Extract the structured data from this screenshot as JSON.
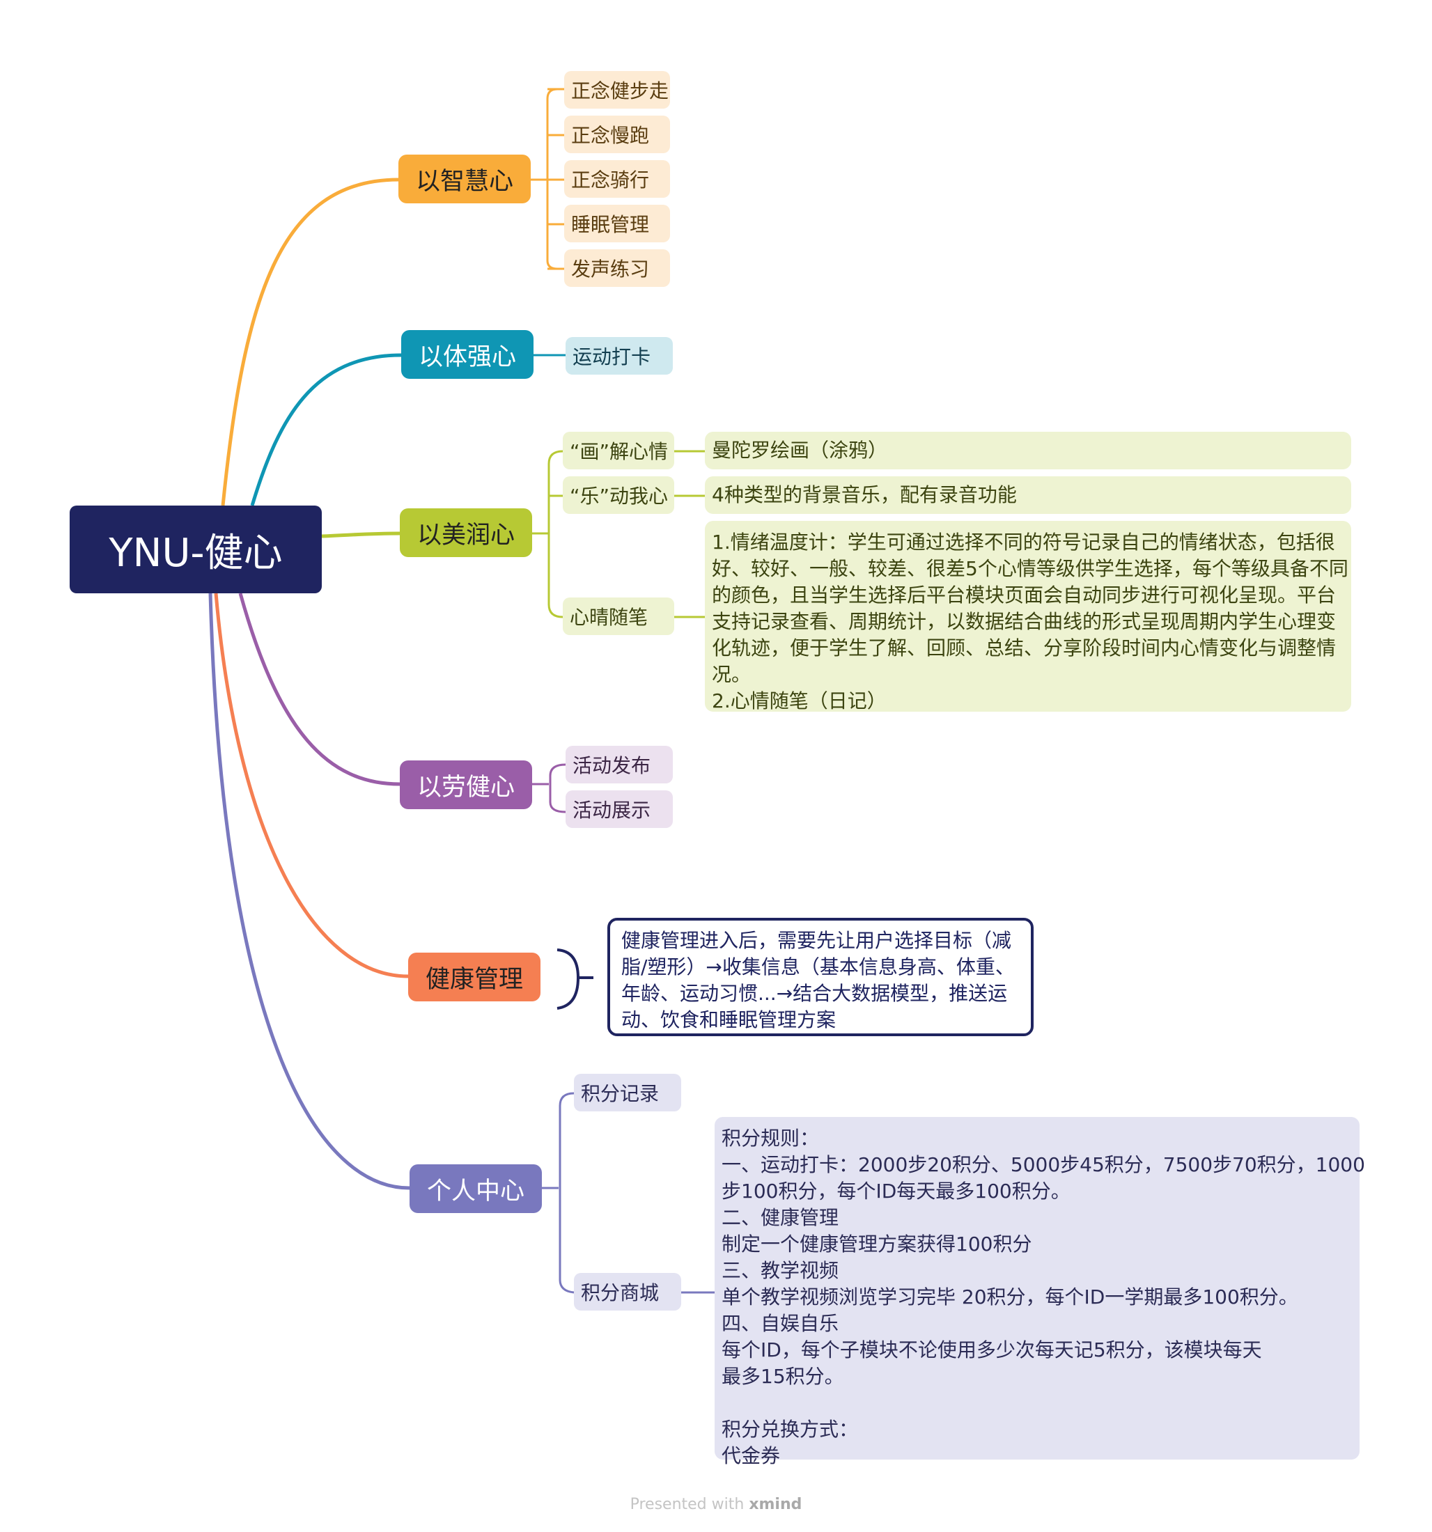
{
  "root": {
    "label": "YNU-健心"
  },
  "branches": {
    "wisdom": {
      "label": "以智慧心",
      "color": "#f9ac3a",
      "items": [
        "正念健步走",
        "正念慢跑",
        "正念骑行",
        "睡眠管理",
        "发声练习"
      ]
    },
    "body": {
      "label": "以体强心",
      "color": "#0f96b4",
      "items": [
        "运动打卡"
      ]
    },
    "beauty": {
      "label": "以美润心",
      "color": "#b7c934",
      "items": [
        {
          "label": "“画”解心情",
          "detail": "曼陀罗绘画（涂鸦）"
        },
        {
          "label": "“乐”动我心",
          "detail": "4种类型的背景音乐，配有录音功能"
        },
        {
          "label": "心晴随笔",
          "detail_lines": [
            "1.情绪温度计：学生可通过选择不同的符号记录自己的情绪状态，包括很",
            "好、较好、一般、较差、很差5个心情等级供学生选择，每个等级具备不同",
            "的颜色，且当学生选择后平台模块页面会自动同步进行可视化呈现。平台",
            "支持记录查看、周期统计，以数据结合曲线的形式呈现周期内学生心理变",
            "化轨迹，便于学生了解、回顾、总结、分享阶段时间内心情变化与调整情",
            "况。",
            "2.心情随笔（日记）"
          ]
        }
      ]
    },
    "labor": {
      "label": "以劳健心",
      "color": "#9a5ea8",
      "items": [
        "活动发布",
        "活动展示"
      ]
    },
    "health": {
      "label": "健康管理",
      "color": "#f57f52",
      "callout_lines": [
        "健康管理进入后，需要先让用户选择目标（减",
        "脂/塑形）→收集信息（基本信息身高、体重、",
        "年龄、运动习惯...→结合大数据模型，推送运",
        "动、饮食和睡眠管理方案"
      ]
    },
    "personal": {
      "label": "个人中心",
      "color": "#7978be",
      "items": [
        "积分记录",
        "积分商城"
      ],
      "mall_detail_lines": [
        "积分规则：",
        "一、运动打卡：2000步20积分、5000步45积分，7500步70积分，1000",
        "步100积分，每个ID每天最多100积分。",
        "二、健康管理",
        "制定一个健康管理方案获得100积分",
        "三、教学视频",
        "单个教学视频浏览学习完毕 20积分，每个ID一学期最多100积分。",
        "四、自娱自乐",
        "每个ID，每个子模块不论使用多少次每天记5积分，该模块每天",
        "最多15积分。",
        "",
        "积分兑换方式：",
        "代金券"
      ]
    }
  },
  "footer": {
    "prefix": "Presented with",
    "brand": "xmind"
  }
}
